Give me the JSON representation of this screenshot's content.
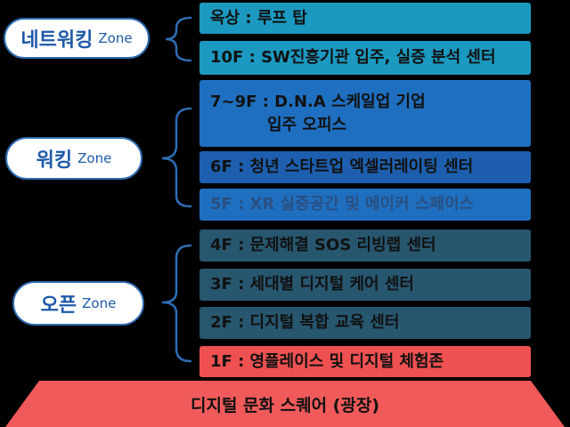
{
  "colors": {
    "background": "#000000",
    "bracket": "#2e6db4",
    "pill_border": "#2f6bb3",
    "pill_text": "#1e5aa8",
    "teal": "#1b99c0",
    "blue": "#1f6fc0",
    "blue_dark": "#1d5fae",
    "slate": "#27566f",
    "red": "#ef5050",
    "plaza": "#f15a5a"
  },
  "zones": [
    {
      "name": "네트워킹",
      "suffix": "Zone"
    },
    {
      "name": "워킹",
      "suffix": "Zone"
    },
    {
      "name": "오픈",
      "suffix": "Zone"
    }
  ],
  "floors": [
    {
      "text": "옥상 : 루프 탑",
      "color": "teal",
      "text_color": "#111111"
    },
    {
      "text": "10F : SW진흥기관 입주, 실증 분석 센터",
      "color": "teal",
      "text_color": "#111111"
    },
    {
      "text": "7~9F : D.N.A 스케일업 기업",
      "text2": "입주 오피스",
      "color": "blue",
      "text_color": "#111111"
    },
    {
      "text": "6F : 청년 스타트업 엑셀러레이팅 센터",
      "color": "blue_dark",
      "text_color": "#111111"
    },
    {
      "text": "5F : XR 실증공간 및 메이커 스페이스",
      "color": "blue",
      "text_color": "#2a4f80"
    },
    {
      "text": "4F : 문제해결 SOS 리빙랩 센터",
      "color": "slate",
      "text_color": "#111111"
    },
    {
      "text": "3F : 세대별 디지털 케어 센터",
      "color": "slate",
      "text_color": "#111111"
    },
    {
      "text": "2F : 디지털 복합 교육 센터",
      "color": "slate",
      "text_color": "#111111"
    },
    {
      "text": "1F : 영플레이스 및 디지털 체험존",
      "color": "red",
      "text_color": "#111111"
    }
  ],
  "plaza": {
    "text": "디지털 문화 스퀘어 (광장)"
  }
}
